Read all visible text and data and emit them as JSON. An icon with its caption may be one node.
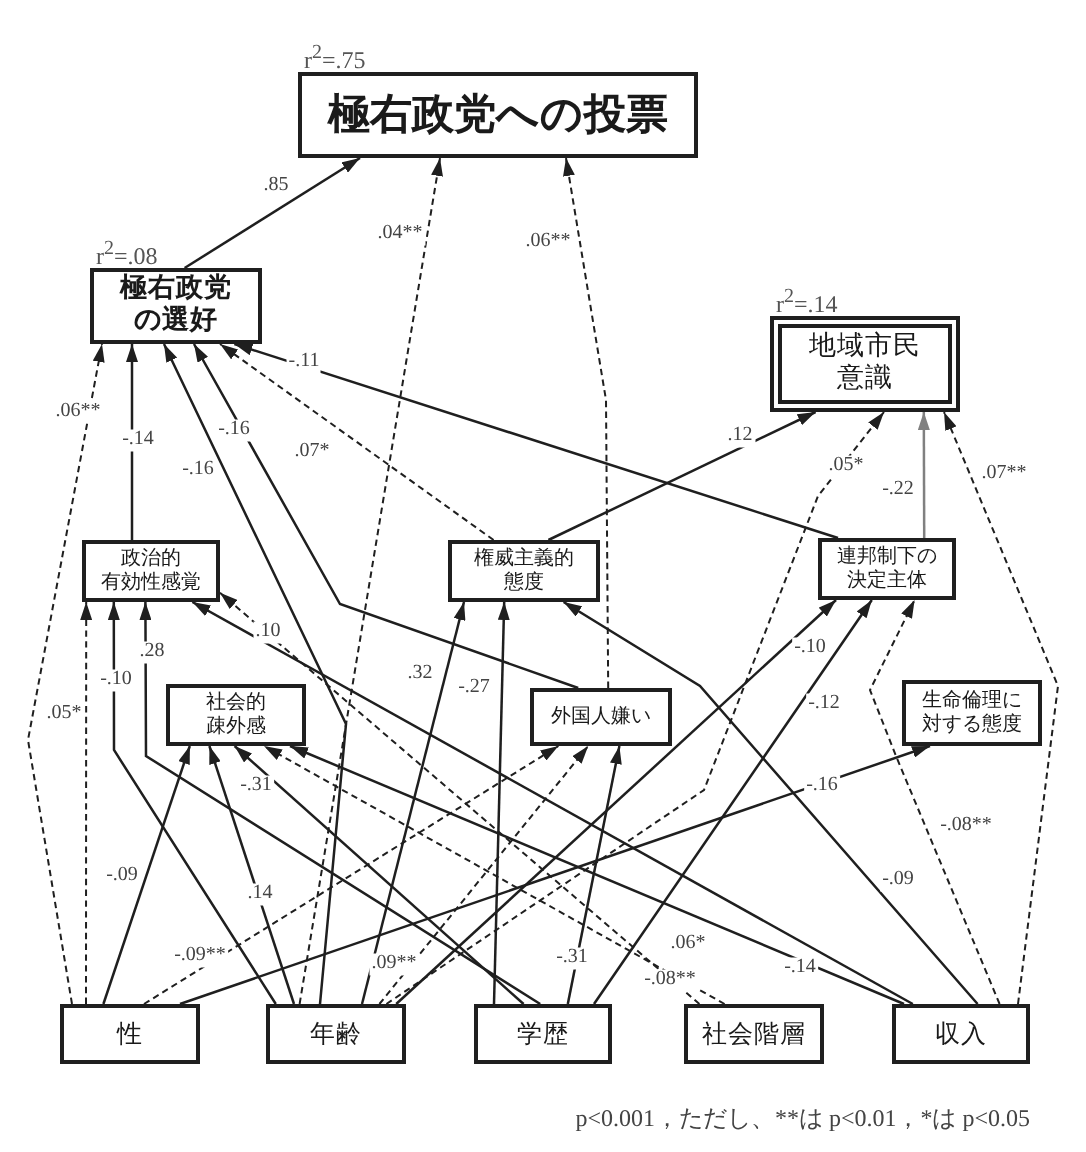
{
  "diagram": {
    "nodes": [
      {
        "text": [
          "極右政党への投票"
        ],
        "beside": [
          "r$^{2}$=.75"
        ]
      },
      {
        "text": [
          "極右政党の選好"
        ],
        "beside": [
          "r$^{2}$=.08"
        ]
      },
      {
        "text": [
          "地域市民意識"
        ],
        "beside": [
          "r$^{2}$=.14"
        ]
      },
      {
        "text": [
          "政治的有効性感覚"
        ]
      },
      {
        "text": [
          "権威主義的態度"
        ]
      },
      {
        "text": [
          "連邦制下の決定主体"
        ]
      },
      {
        "text": [
          "社会的疎外感"
        ]
      },
      {
        "text": [
          "外国人嫌い"
        ]
      },
      {
        "text": [
          "生命倫理に対する態度"
        ]
      },
      {
        "text": [
          "性"
        ]
      },
      {
        "text": [
          "年齢"
        ]
      },
      {
        "text": [
          "学歴"
        ]
      },
      {
        "text": [
          "社会階層"
        ]
      },
      {
        "text": [
          "収入"
        ]
      }
    ],
    "edges": [
      {
        "from": 1,
        "to": 0,
        "arrow": "to",
        "label": ".85"
      },
      {
        "from": 10,
        "to": 0,
        "arrow": "to",
        "label": ".04**",
        "style": "dashed"
      },
      {
        "from": 7,
        "to": 0,
        "arrow": "to",
        "label": ".06**",
        "style": "dashed"
      },
      {
        "from": 9,
        "to": 1,
        "arrow": "to",
        "label": ".06**",
        "style": "dashed"
      },
      {
        "from": 3,
        "to": 1,
        "arrow": "to",
        "label": "-.14"
      },
      {
        "from": 7,
        "to": 1,
        "arrow": "to",
        "label": "-.16"
      },
      {
        "from": 10,
        "to": 1,
        "arrow": "to",
        "label": "-.16"
      },
      {
        "from": 4,
        "to": 1,
        "arrow": "to",
        "label": ".07*",
        "style": "dashed"
      },
      {
        "from": 5,
        "to": 1,
        "arrow": "to",
        "label": "-.11"
      },
      {
        "from": 4,
        "to": 2,
        "arrow": "to",
        "label": ".12"
      },
      {
        "from": 10,
        "to": 2,
        "arrow": "to",
        "label": ".05*",
        "style": "dashed"
      },
      {
        "from": 5,
        "to": 2,
        "arrow": "to",
        "label": "-.22",
        "color": "#808080"
      },
      {
        "from": 13,
        "to": 2,
        "arrow": "to",
        "label": ".07**",
        "style": "dashed"
      },
      {
        "from": 13,
        "to": 3,
        "arrow": "to",
        "label": ".10"
      },
      {
        "from": 10,
        "to": 3,
        "arrow": "to",
        "label": "-.10"
      },
      {
        "from": 11,
        "to": 3,
        "arrow": "to",
        "label": ".28"
      },
      {
        "from": 9,
        "to": 3,
        "arrow": "to",
        "label": ".05*",
        "style": "dashed"
      },
      {
        "from": 10,
        "to": 4,
        "arrow": "to",
        "label": ".32"
      },
      {
        "from": 11,
        "to": 4,
        "arrow": "to",
        "label": "-.27"
      },
      {
        "from": 10,
        "to": 5,
        "arrow": "to",
        "label": "-.10"
      },
      {
        "from": 11,
        "to": 5,
        "arrow": "to",
        "label": "-.12"
      },
      {
        "from": 9,
        "to": 6,
        "arrow": "to",
        "label": "-.09"
      },
      {
        "from": 10,
        "to": 6,
        "arrow": "to",
        "label": ".14"
      },
      {
        "from": 11,
        "to": 6,
        "arrow": "to",
        "label": "-.31"
      },
      {
        "from": 9,
        "to": 7,
        "arrow": "to",
        "label": "-.09**",
        "style": "dashed"
      },
      {
        "from": 10,
        "to": 7,
        "arrow": "to",
        "label": ".09**",
        "style": "dashed"
      },
      {
        "from": 11,
        "to": 7,
        "arrow": "to",
        "label": "-.31"
      },
      {
        "from": 12,
        "to": 6,
        "arrow": "to",
        "label": ".06*",
        "style": "dashed"
      },
      {
        "from": 12,
        "to": 3,
        "arrow": "to",
        "label": "-.08**",
        "style": "dashed"
      },
      {
        "from": 13,
        "to": 6,
        "arrow": "to",
        "label": "-.14"
      },
      {
        "from": 13,
        "to": 4,
        "arrow": "to",
        "label": "-.09"
      },
      {
        "from": 13,
        "to": 5,
        "arrow": "to",
        "label": "-.08**",
        "style": "dashed"
      },
      {
        "from": 9,
        "to": 8,
        "arrow": "to",
        "label": "-.16"
      }
    ],
    "labels": [
      "p<0.001，ただし、**は p<0.01，*は p<0.05"
    ]
  }
}
